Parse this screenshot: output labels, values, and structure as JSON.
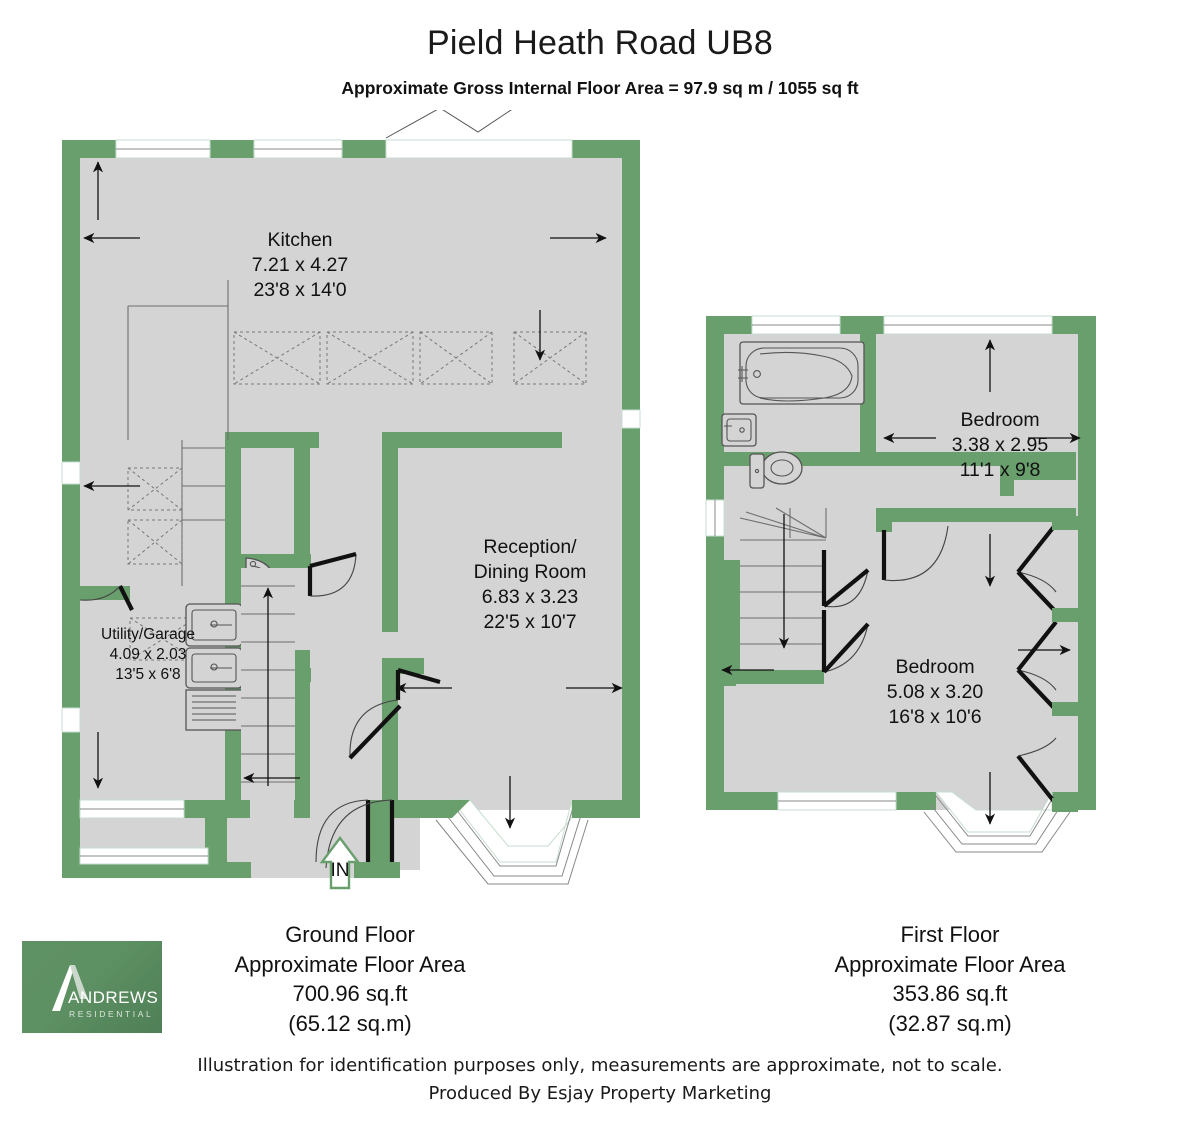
{
  "header": {
    "title": "Pield Heath Road UB8",
    "subtitle": "Approximate Gross Internal Floor Area = 97.9 sq m / 1055 sq ft"
  },
  "colors": {
    "wall": "#699e6d",
    "floor_fill": "#d4d4d4",
    "line": "#555555",
    "text": "#111111",
    "logo_green": "#5d9063"
  },
  "rooms": {
    "kitchen": {
      "name": "Kitchen",
      "metric": "7.21 x 4.27",
      "imperial": "23'8 x 14'0"
    },
    "reception": {
      "name_line1": "Reception/",
      "name_line2": "Dining Room",
      "metric": "6.83 x 3.23",
      "imperial": "22'5 x 10'7"
    },
    "utility": {
      "name": "Utility/Garage",
      "metric": "4.09 x 2.03",
      "imperial": "13'5 x 6'8"
    },
    "bedroom1": {
      "name": "Bedroom",
      "metric": "3.38 x 2.95",
      "imperial": "11'1 x 9'8"
    },
    "bedroom2": {
      "name": "Bedroom",
      "metric": "5.08 x 3.20",
      "imperial": "16'8 x 10'6"
    }
  },
  "markers": {
    "entrance": "IN"
  },
  "floors": {
    "ground": {
      "name": "Ground Floor",
      "area_caption": "Approximate Floor Area",
      "area_sqft": "700.96 sq.ft",
      "area_sqm": "(65.12 sq.m)"
    },
    "first": {
      "name": "First Floor",
      "area_caption": "Approximate Floor Area",
      "area_sqft": "353.86 sq.ft",
      "area_sqm": "(32.87 sq.m)"
    }
  },
  "footer": {
    "line1": "Illustration for identification purposes only, measurements are approximate, not to scale.",
    "line2": "Produced By Esjay Property Marketing"
  },
  "logo": {
    "brand": "ANDREWS",
    "sub": "RESIDENTIAL"
  },
  "fixtures": {
    "bath": "bathtub-icon",
    "basin": "wash-basin-icon",
    "wc": "toilet-icon",
    "sink": "kitchen-sink-icon",
    "corner_basin": "corner-basin-icon",
    "stairs_up": "stairs-up-icon",
    "stairs_down": "stairs-down-icon",
    "velux": "skylight-icon"
  }
}
